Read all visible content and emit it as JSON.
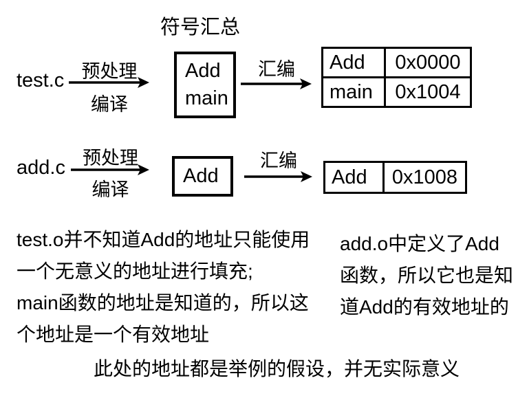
{
  "colors": {
    "ink": "#000000",
    "background": "#ffffff"
  },
  "title": "符号汇总",
  "flows": {
    "test": {
      "source_file": "test.c",
      "stage1_label_top": "预处理",
      "stage1_label_bottom": "编译",
      "object_symbols": [
        "Add",
        "main"
      ],
      "stage2_label": "汇编",
      "symbol_table": [
        {
          "symbol": "Add",
          "address": "0x0000"
        },
        {
          "symbol": "main",
          "address": "0x1004"
        }
      ]
    },
    "add": {
      "source_file": "add.c",
      "stage1_label_top": "预处理",
      "stage1_label_bottom": "编译",
      "object_symbols": [
        "Add"
      ],
      "stage2_label": "汇编",
      "symbol_table": [
        {
          "symbol": "Add",
          "address": "0x1008"
        }
      ]
    }
  },
  "notes": {
    "left_lines": [
      "test.o并不知道Add的地址只能使用",
      "一个无意义的地址进行填充;",
      "main函数的地址是知道的，所以这",
      "个地址是一个有效地址"
    ],
    "right_lines": [
      "add.o中定义了Add",
      "函数，所以它也是知",
      "道Add的有效地址的"
    ],
    "bottom": "此处的地址都是举例的假设，并无实际意义"
  }
}
